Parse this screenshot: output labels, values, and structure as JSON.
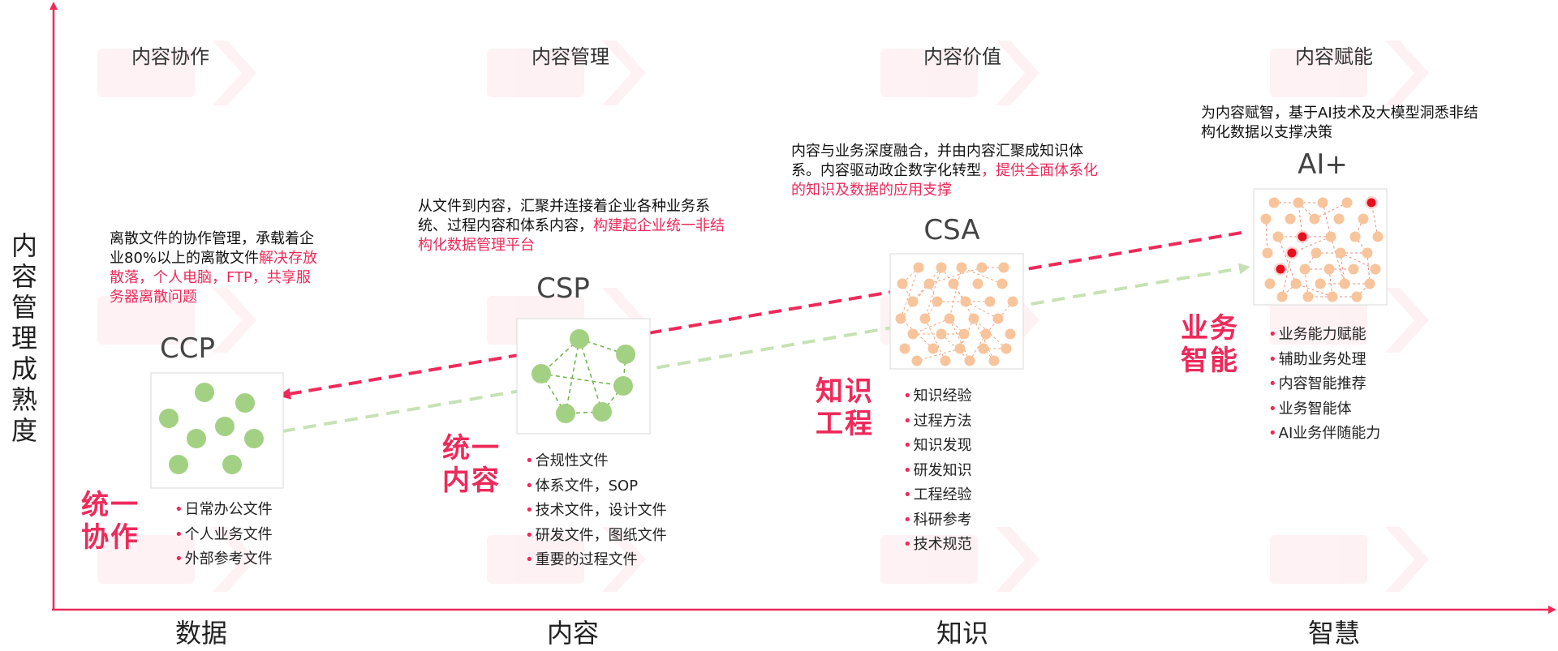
{
  "y_axis_label": "内容管理成熟度",
  "x_axis_labels": [
    "数据",
    "内容",
    "知识",
    "智慧"
  ],
  "colors": {
    "accent": "#ee2a5a",
    "green": "#a3d183",
    "orange": "#f8c49c",
    "red_dot": "#e8101c"
  },
  "stages": [
    {
      "title": "内容协作",
      "box_label": "CCP",
      "red_label": [
        "统一",
        "协作"
      ],
      "desc_parts": [
        {
          "t": "离散文件的协作管理，承载着企业80%以上的离散文件",
          "hl": false
        },
        {
          "t": "解决存放散落，个人电脑，FTP，共享服务器离散问题",
          "hl": true
        }
      ],
      "items": [
        "日常办公文件",
        "个人业务文件",
        "外部参考文件"
      ]
    },
    {
      "title": "内容管理",
      "box_label": "CSP",
      "red_label": [
        "统一",
        "内容"
      ],
      "desc_parts": [
        {
          "t": "从文件到内容，汇聚并连接着企业各种业务系统、过程内容和体系内容，",
          "hl": false
        },
        {
          "t": "构建起企业统一非结构化数据管理平台",
          "hl": true
        }
      ],
      "items": [
        "合规性文件",
        "体系文件，SOP",
        "技术文件，设计文件",
        "研发文件，图纸文件",
        "重要的过程文件"
      ]
    },
    {
      "title": "内容价值",
      "box_label": "CSA",
      "red_label": [
        "知识",
        "工程"
      ],
      "desc_parts": [
        {
          "t": "内容与业务深度融合，并由内容汇聚成知识体系。内容驱动政企数字化转型",
          "hl": false
        },
        {
          "t": "，提供全面体系化的知识及数据的应用支撑",
          "hl": true
        }
      ],
      "items": [
        "知识经验",
        "过程方法",
        "知识发现",
        "研发知识",
        "工程经验",
        "科研参考",
        "技术规范"
      ]
    },
    {
      "title": "内容赋能",
      "box_label": "AI+",
      "red_label": [
        "业务",
        "智能"
      ],
      "desc_parts": [
        {
          "t": "为内容赋智，基于AI技术及大模型洞悉非结构化数据以支撑决策",
          "hl": false
        }
      ],
      "items": [
        "业务能力赋能",
        "辅助业务处理",
        "内容智能推荐",
        "业务智能体",
        "AI业务伴随能力"
      ]
    }
  ]
}
